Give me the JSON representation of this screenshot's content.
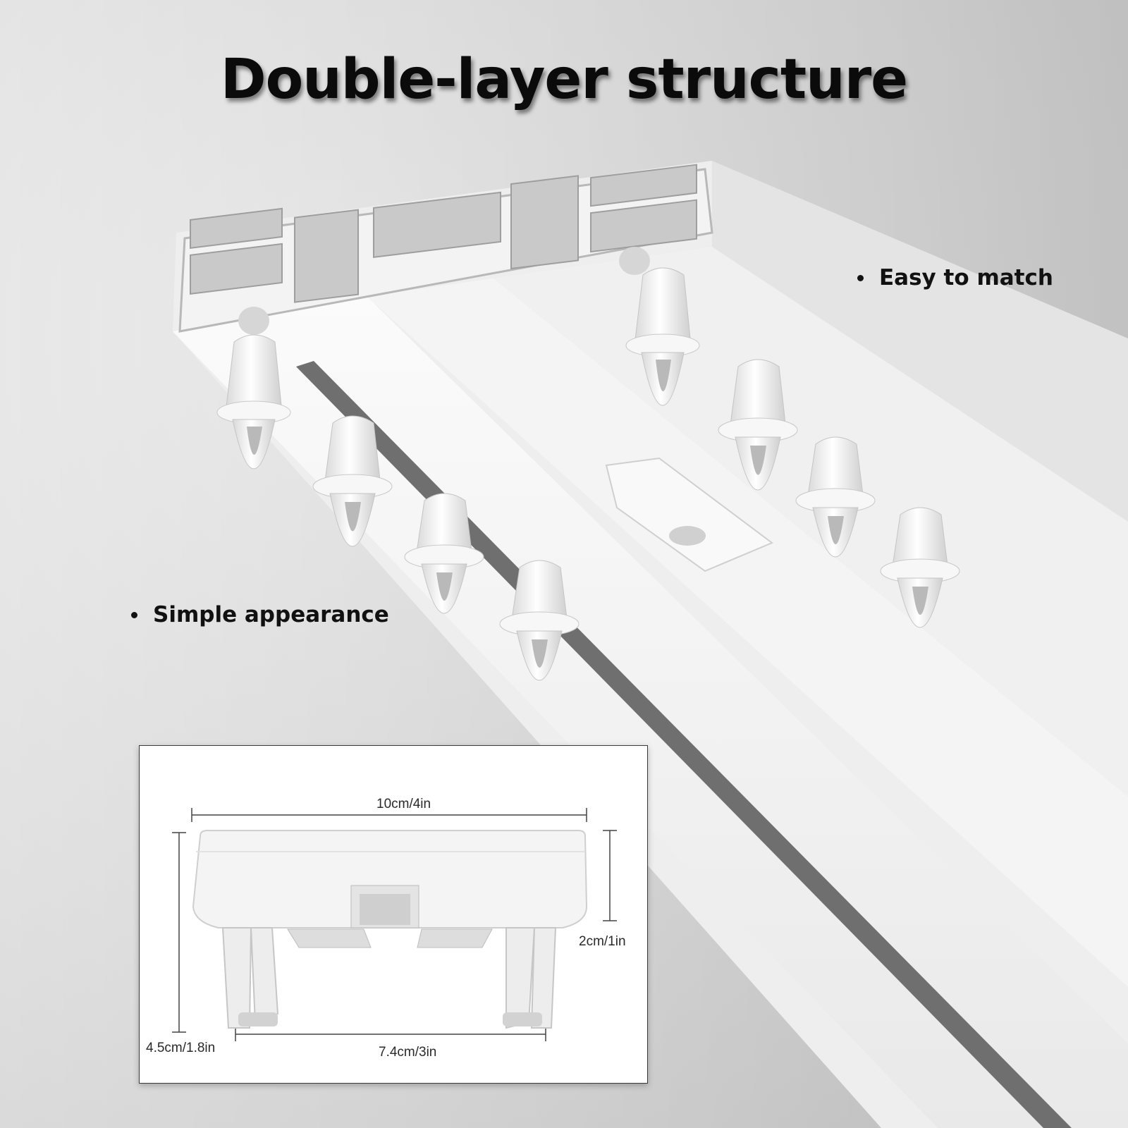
{
  "title": "Double-layer structure",
  "features": [
    {
      "label": "Easy to match"
    },
    {
      "label": "Simple appearance"
    }
  ],
  "dimensions": {
    "width": "10cm/4in",
    "height": "2cm/1in",
    "total_height": "4.5cm/1.8in",
    "base_width": "7.4cm/3in"
  },
  "colors": {
    "background": "#e2e2e2",
    "rail": "#f6f6f6",
    "rail_shadow": "#bdbdbd",
    "gap": "#6e6e6e",
    "title": "#0b0b0b"
  }
}
